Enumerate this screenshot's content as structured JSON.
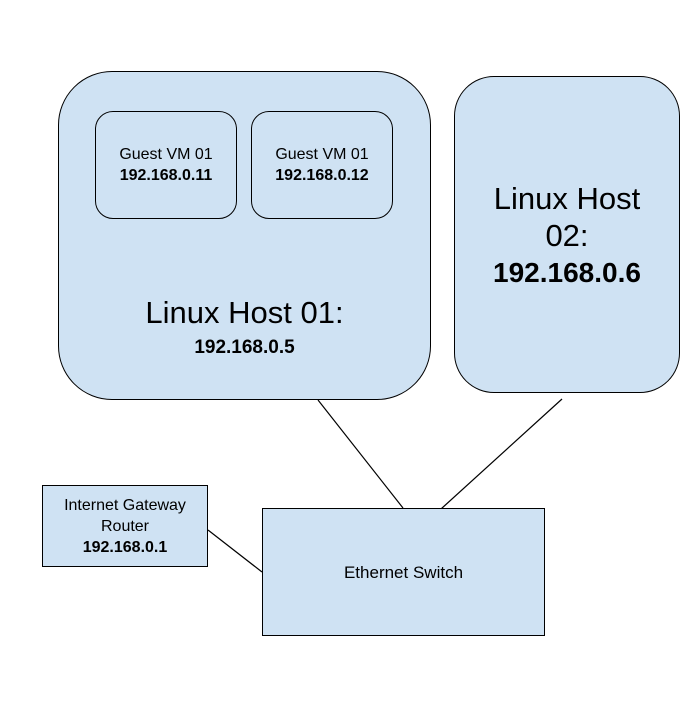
{
  "colors": {
    "node_fill": "#cfe2f3",
    "stroke": "#000000",
    "background": "#ffffff"
  },
  "nodes": {
    "linux_host_01": {
      "name": "Linux Host 01:",
      "ip": "192.168.0.5"
    },
    "guest_vm_1": {
      "name": "Guest VM 01",
      "ip": "192.168.0.11"
    },
    "guest_vm_2": {
      "name": "Guest VM 01",
      "ip": "192.168.0.12"
    },
    "linux_host_02": {
      "name": "Linux Host 02:",
      "ip": "192.168.0.6"
    },
    "router": {
      "name": "Internet Gateway Router",
      "ip": "192.168.0.1"
    },
    "switch": {
      "name": "Ethernet Switch"
    }
  },
  "edges": [
    {
      "from": "linux_host_01",
      "to": "switch"
    },
    {
      "from": "linux_host_02",
      "to": "switch"
    },
    {
      "from": "router",
      "to": "switch"
    }
  ]
}
